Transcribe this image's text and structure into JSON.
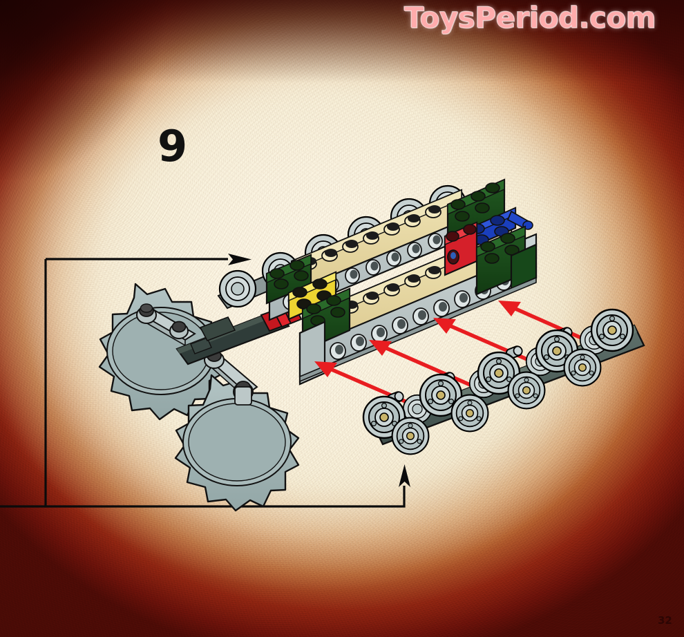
{
  "page": {
    "step_number": "9",
    "page_number": "32",
    "watermark": "ToysPeriod.com",
    "background_edge_color": "#7a1a0c",
    "background_center_color": "#f6eed7"
  },
  "callout": {
    "name": "subassembly-callout-frame",
    "top_arrow_label": "arrow-right",
    "bottom_arrow_label": "arrow-up",
    "line_color": "#0b0b0b"
  },
  "assembly": {
    "title": "tracked-vehicle-chassis-with-dual-saw-blades",
    "parts": [
      {
        "name": "tan-technic-beam-upper",
        "color": "#e2d39a",
        "count": 2
      },
      {
        "name": "light-gray-technic-beam",
        "color": "#b9c3c4",
        "count": 2
      },
      {
        "name": "dark-green-brick",
        "color": "#1d4a1d",
        "count": 5
      },
      {
        "name": "yellow-plate",
        "color": "#ecd433",
        "count": 1
      },
      {
        "name": "red-brick-with-hole",
        "color": "#d5202a",
        "count": 1
      },
      {
        "name": "blue-plate-with-bar",
        "color": "#1a3fbd",
        "count": 1
      },
      {
        "name": "red-technic-bushing",
        "color": "#d5202a",
        "count": 2
      },
      {
        "name": "dark-gray-axle",
        "color": "#3a4a46",
        "count": 1
      },
      {
        "name": "saw-blade-disc",
        "color": "#9fb3b3",
        "count": 2
      },
      {
        "name": "road-wheel",
        "color": "#b8c6c6",
        "count": 12
      },
      {
        "name": "dark-gray-bogie-rail",
        "color": "#4e5f5b",
        "count": 1
      }
    ],
    "connection_arrows": {
      "name": "red-assembly-arrow",
      "color": "#e81d20",
      "count": 4,
      "direction": "bogie-pins-to-beam-holes"
    }
  }
}
